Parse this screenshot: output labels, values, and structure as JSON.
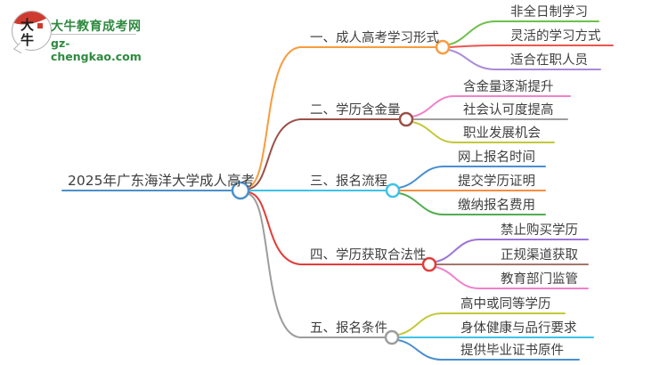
{
  "logo": {
    "icon_text": "大牛",
    "site_name": "大牛教育成考网",
    "site_domain": "gz-chengkao.com",
    "brand_green": "#2e8a3f",
    "brand_red": "#ce3a2f"
  },
  "mindmap": {
    "root": {
      "label": "2025年广东海洋大学成人高考",
      "color": "#4a90c9"
    },
    "branches": [
      {
        "label": "一、成人高考学习形式",
        "color": "#f89c3f",
        "children": [
          {
            "label": "非全日制学习",
            "color": "#6fbf4b"
          },
          {
            "label": "灵活的学习方式",
            "color": "#e95750"
          },
          {
            "label": "适合在职人员",
            "color": "#a98bd9"
          }
        ]
      },
      {
        "label": "二、学历含金量",
        "color": "#9a5047",
        "children": [
          {
            "label": "含金量逐渐提升",
            "color": "#ef82cb"
          },
          {
            "label": "社会认可度提高",
            "color": "#9e9e9e"
          },
          {
            "label": "职业发展机会",
            "color": "#c3c83b"
          }
        ]
      },
      {
        "label": "三、报名流程",
        "color": "#3cc3e9",
        "children": [
          {
            "label": "网上报名时间",
            "color": "#4a8fd0"
          },
          {
            "label": "提交学历证明",
            "color": "#f98e3d"
          },
          {
            "label": "缴纳报名费用",
            "color": "#53ad53"
          }
        ]
      },
      {
        "label": "四、学历获取合法性",
        "color": "#e23d3a",
        "children": [
          {
            "label": "禁止购买学历",
            "color": "#9c76d6"
          },
          {
            "label": "正规渠道获取",
            "color": "#a3766b"
          },
          {
            "label": "教育部门监管",
            "color": "#ef82cb"
          }
        ]
      },
      {
        "label": "五、报名条件",
        "color": "#9d9d9d",
        "children": [
          {
            "label": "高中或同等学历",
            "color": "#c3c83b"
          },
          {
            "label": "身体健康与品行要求",
            "color": "#3cc3e9"
          },
          {
            "label": "提供毕业证书原件",
            "color": "#4a8fd0"
          }
        ]
      }
    ]
  }
}
